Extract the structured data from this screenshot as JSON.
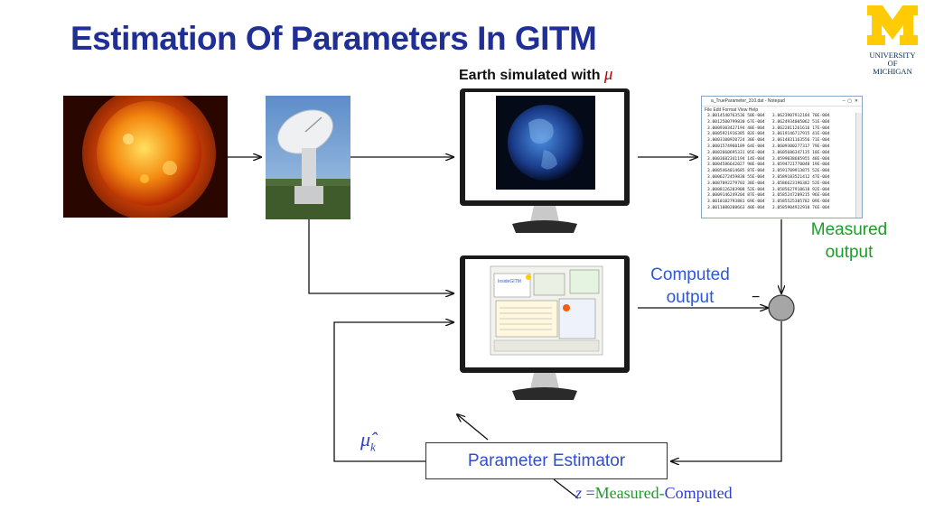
{
  "title": "Estimation Of Parameters In GITM",
  "subtitle": {
    "text": "Earth simulated with ",
    "symbol": "μ"
  },
  "logo": {
    "line1": "UNIVERSITY OF",
    "line2": "MICHIGAN"
  },
  "labels": {
    "measured_line1": "Measured",
    "measured_line2": "output",
    "computed_line1": "Computed",
    "computed_line2": "output",
    "minus": "−",
    "mu_hat": "μ̂",
    "mu_hat_sub": "k",
    "estimator": "Parameter Estimator",
    "z_var": "z",
    "z_eq": " =",
    "z_measured": "Measured",
    "z_dash": "-",
    "z_computed": "Computed"
  },
  "notepad": {
    "title": "a_TrueParameter_310.dat - Notepad",
    "menu": "File   Edit   Format   View   Help",
    "rows": [
      "3.0014540763536 50E-004   3.0623907912184 70E-004",
      "3.0012500799830 67E-004   3.0624934005062 51E-004",
      "3.0009303427194 48E-004   3.0622811261616 17E-004",
      "3.0005921916385 82E-004   3.0619146717915 41E-004",
      "3.0003100920724 30E-004   3.0614831163556 71E-004",
      "3.0001574960189 64E-004   3.0609300277317 79E-004",
      "3.0002660695331 05E-004   3.0605686347135 18E-004",
      "3.0003682341194 14E-004   3.0599038685955 48E-004",
      "3.0004586642027 98E-004   3.0594721770048 19E-004",
      "3.0005464014685 87E-004   3.0591709913875 52E-004",
      "3.0006272459838 55E-004   3.0589183521412 47E-004",
      "3.0007092279703 38E-004   3.0586623196382 52E-004",
      "3.0008126203908 52E-004   3.0585627910618 92E-004",
      "3.0009146249204 87E-004   3.0585247209215 96E-004",
      "3.0010182793881 69E-004   3.0585525305782 09E-004",
      "3.0011080208663 40E-004   3.0585904922910 76E-004"
    ]
  },
  "gitm_screen": {
    "app_label": "InsideGITM"
  }
}
